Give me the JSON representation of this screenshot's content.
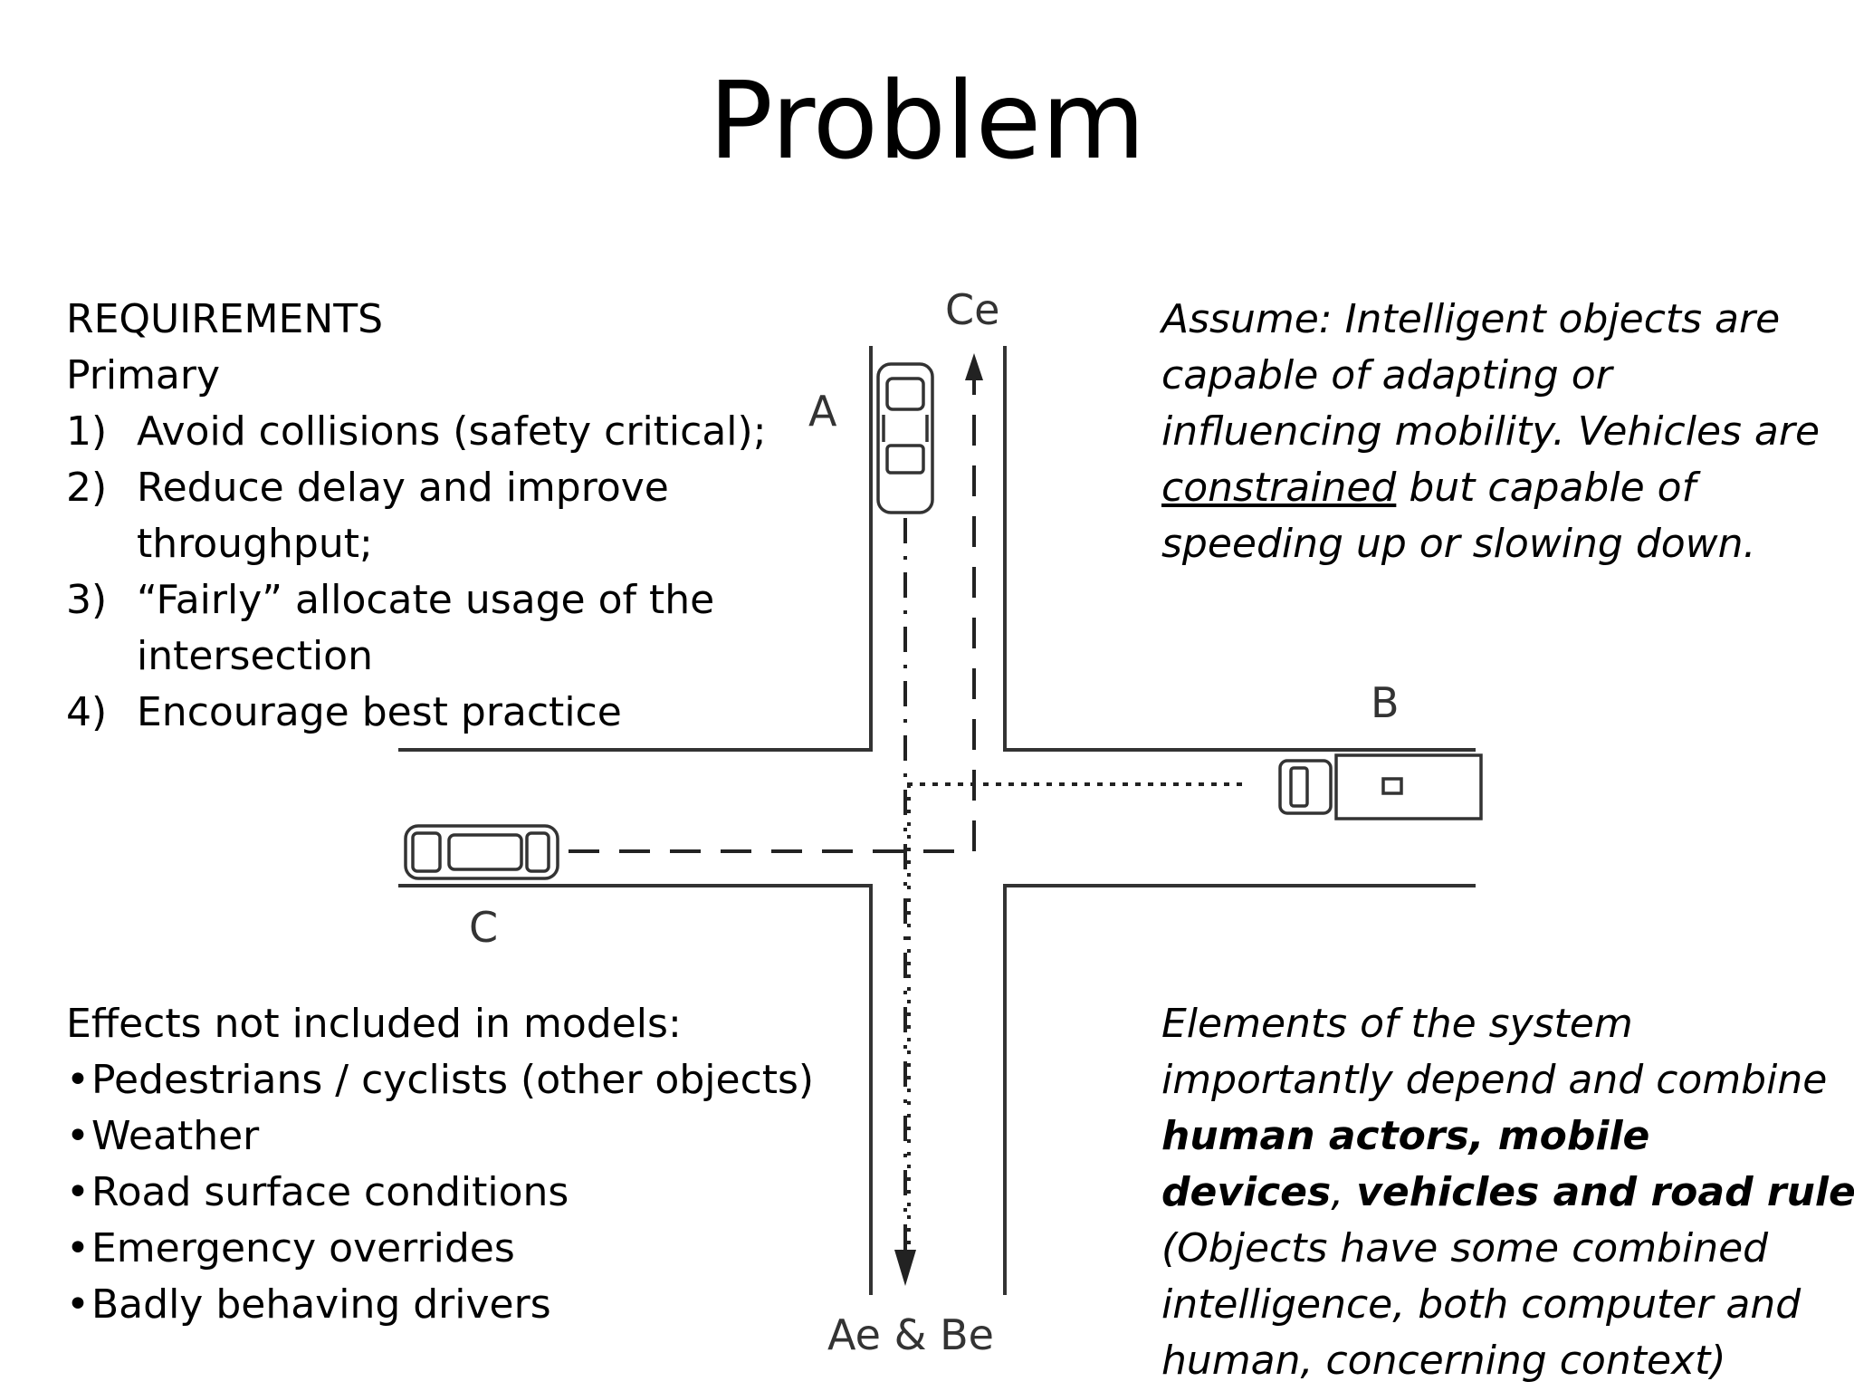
{
  "title": "Problem",
  "requirements": {
    "heading": "REQUIREMENTS",
    "subheading": "Primary",
    "items": [
      {
        "num": "1)",
        "lines": [
          "Avoid collisions (safety critical);"
        ]
      },
      {
        "num": "2)",
        "lines": [
          "Reduce delay and improve",
          "throughput;"
        ]
      },
      {
        "num": "3)",
        "lines": [
          "“Fairly” allocate usage of the",
          "intersection"
        ]
      },
      {
        "num": "4)",
        "lines": [
          "Encourage best practice"
        ]
      }
    ]
  },
  "effects": {
    "heading": "Effects not included in models:",
    "items": [
      "Pedestrians / cyclists (other objects)",
      "Weather",
      "Road surface conditions",
      "Emergency overrides",
      "Badly behaving drivers"
    ]
  },
  "assume": {
    "line1": "Assume: Intelligent objects are",
    "line2": "capable of adapting or",
    "line3": "influencing mobility. Vehicles are",
    "line4_underlined": "constrained",
    "line4_rest": " but capable of",
    "line5": "speeding up or slowing down."
  },
  "elements": {
    "line1": "Elements of the system",
    "line2": "importantly depend and combine",
    "line3_bold": "human actors, mobile",
    "line4_bold_a": "devices",
    "line4_sep": ", ",
    "line4_bold_b": "vehicles and road rules",
    "line4_end": ".",
    "line5": "(Objects have some combined",
    "line6": "intelligence, both computer and",
    "line7": "human, concerning context)"
  },
  "diagram": {
    "label_ce": "Ce",
    "label_a": "A",
    "label_b": "B",
    "label_c": "C",
    "label_ae_be": "Ae & Be"
  }
}
